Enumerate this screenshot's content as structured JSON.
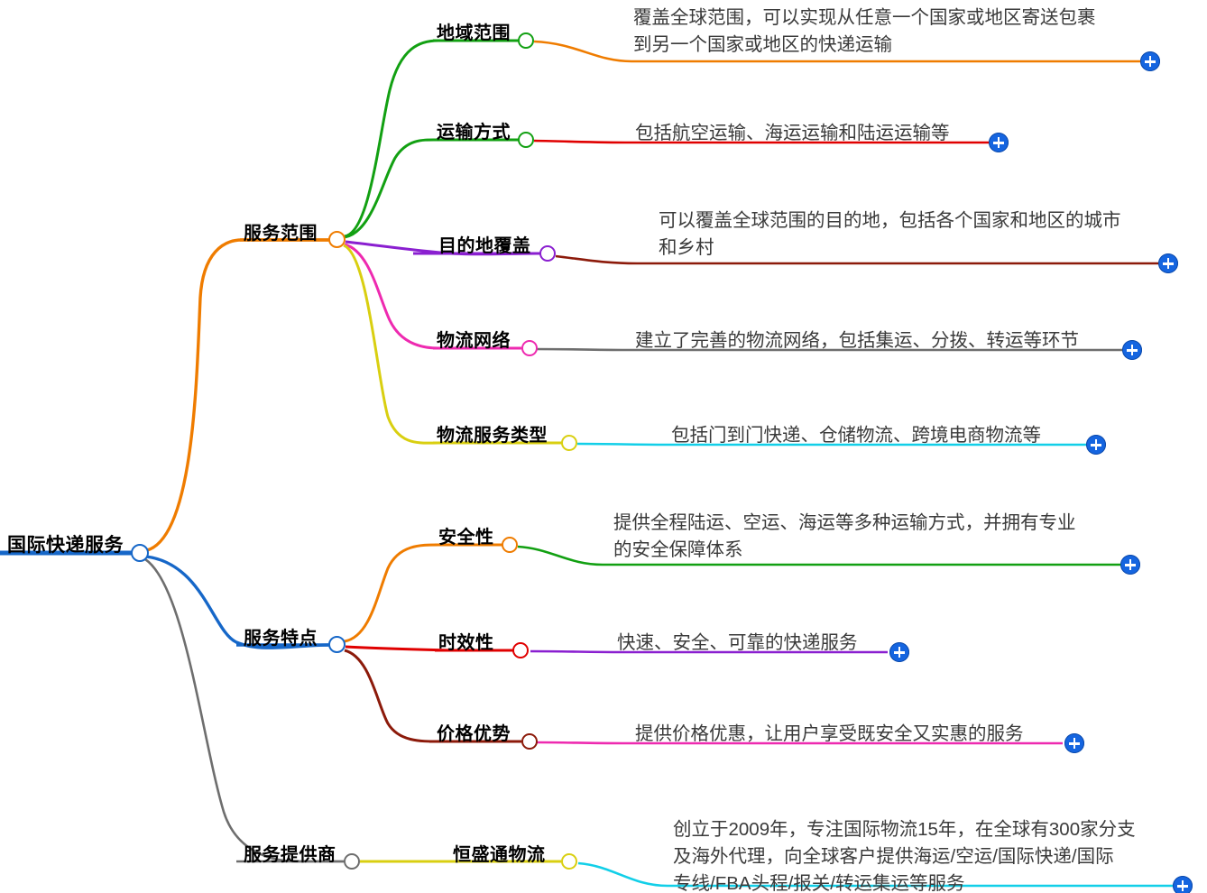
{
  "map": {
    "title": "国际快递服务",
    "root": {
      "label": "国际快递服务",
      "stroke": "#1667c8"
    },
    "branches": [
      {
        "label": "服务范围",
        "stroke": "#ef7c00",
        "node_stroke": "#ef7c00",
        "children": [
          {
            "label": "地域范围",
            "node_stroke": "#12a012",
            "link_stroke": "#12a012",
            "leaf_stroke": "#ef7c00",
            "text": "覆盖全球范围，可以实现从任意一个国家或地区寄送包裹\n到另一个国家或地区的快递运输",
            "expand_label": "+"
          },
          {
            "label": "运输方式",
            "node_stroke": "#12a012",
            "link_stroke": "#12a012",
            "leaf_stroke": "#e00000",
            "text": "包括航空运输、海运运输和陆运运输等",
            "expand_label": "+"
          },
          {
            "label": "目的地覆盖",
            "node_stroke": "#8a1fd0",
            "link_stroke": "#8a1fd0",
            "leaf_stroke": "#8c1a0a",
            "text": "可以覆盖全球范围的目的地，包括各个国家和地区的城市\n和乡村",
            "expand_label": "+"
          },
          {
            "label": "物流网络",
            "node_stroke": "#ee2ab0",
            "link_stroke": "#ee2ab0",
            "leaf_stroke": "#6e6e6e",
            "text": "建立了完善的物流网络，包括集运、分拨、转运等环节",
            "expand_label": "+"
          },
          {
            "label": "物流服务类型",
            "node_stroke": "#d9cf10",
            "link_stroke": "#d9cf10",
            "leaf_stroke": "#12cfe8",
            "text": "包括门到门快递、仓储物流、跨境电商物流等",
            "expand_label": "+"
          }
        ]
      },
      {
        "label": "服务特点",
        "stroke": "#1667c8",
        "node_stroke": "#1667c8",
        "children": [
          {
            "label": "安全性",
            "node_stroke": "#ef7c00",
            "link_stroke": "#ef7c00",
            "leaf_stroke": "#12a012",
            "text": "提供全程陆运、空运、海运等多种运输方式，并拥有专业\n的安全保障体系",
            "expand_label": "+"
          },
          {
            "label": "时效性",
            "node_stroke": "#e00000",
            "link_stroke": "#e00000",
            "leaf_stroke": "#8a1fd0",
            "text": "快速、安全、可靠的快递服务",
            "expand_label": "+"
          },
          {
            "label": "价格优势",
            "node_stroke": "#8c1a0a",
            "link_stroke": "#8c1a0a",
            "leaf_stroke": "#ee2ab0",
            "text": "提供价格优惠，让用户享受既安全又实惠的服务",
            "expand_label": "+"
          }
        ]
      },
      {
        "label": "服务提供商",
        "stroke": "#6e6e6e",
        "node_stroke": "#6e6e6e",
        "children": [
          {
            "label": "恒盛通物流",
            "node_stroke": "#d9cf10",
            "link_stroke": "#d9cf10",
            "leaf_stroke": "#12cfe8",
            "text": "创立于2009年，专注国际物流15年，在全球有300家分支\n及海外代理，向全球客户提供海运/空运/国际快递/国际\n专线/FBA头程/报关/转运集运等服务",
            "expand_label": "+"
          }
        ]
      }
    ]
  }
}
